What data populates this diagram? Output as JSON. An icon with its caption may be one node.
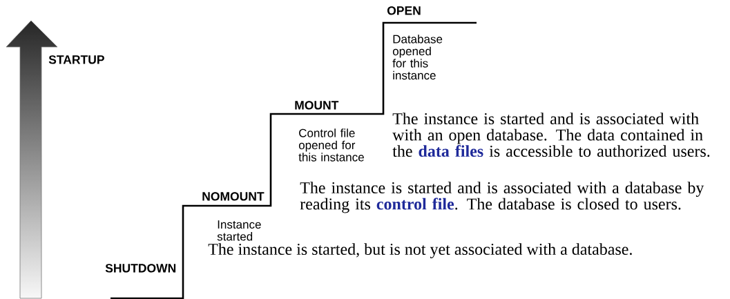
{
  "diagram": {
    "labels": [
      "OPEN",
      "STARTUP",
      "Database opened for this instance",
      "MOUNT",
      "The instance is started and is associated with with an open database. The data contained in the **data files** is accessible to authorized users.",
      "Control file opened for this instance",
      "NOMOUNT",
      "The instance is started and is associated with a database by reading its **control file**. The database is closed to users.",
      "Instance started",
      "The instance is started, but is not yet associated with a database.",
      "SHUTDOWN"
    ]
  }
}
